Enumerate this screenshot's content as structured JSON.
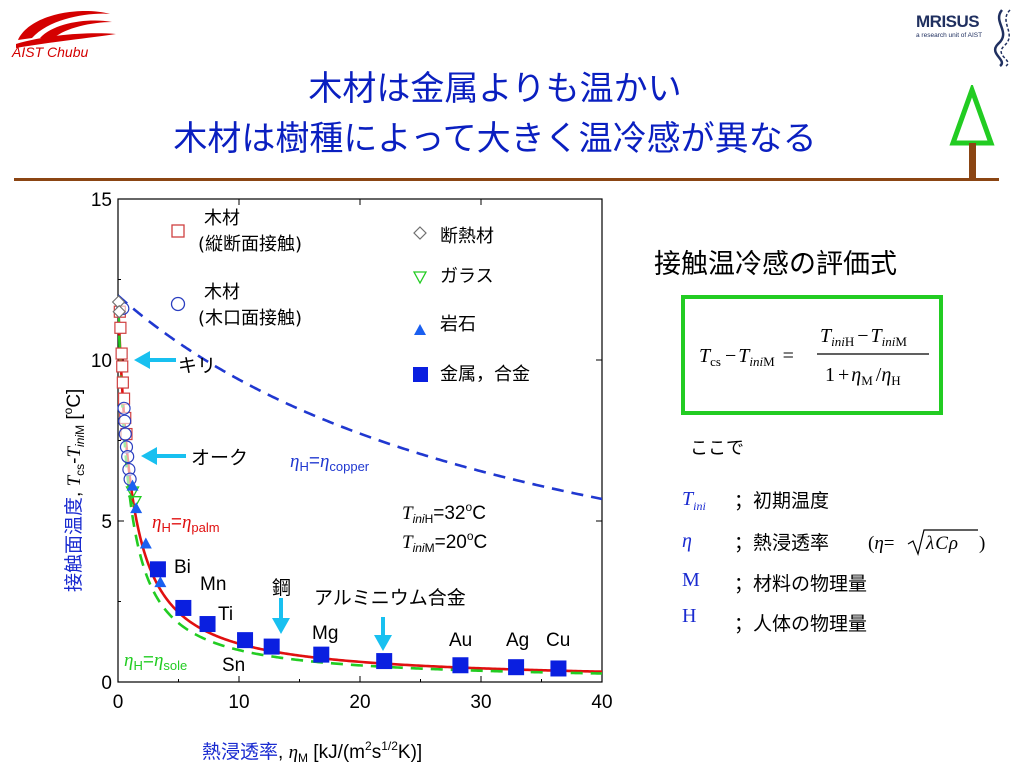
{
  "header": {
    "logo_left_text": "AIST Chubu",
    "logo_right_title": "MRISUS",
    "logo_right_sub": "a research unit of AIST",
    "title_line1": "木材は金属よりも温かい",
    "title_line2": "木材は樹種によって大きく温冷感が異なる"
  },
  "colors": {
    "title": "#0a1fc0",
    "rule": "#8b4513",
    "tree": "#22cc22",
    "wood_cross": "#d04040",
    "wood_end": "#2a3ec0",
    "insulator": "#707070",
    "glass": "#22cc22",
    "rock": "#1a5ff0",
    "metal": "#0a1fe0",
    "arrow": "#18c0f0",
    "curve_palm": "#e01010",
    "curve_copper": "#2038d0",
    "curve_sole": "#22cc22"
  },
  "chart_data": {
    "type": "scatter",
    "xlabel": "熱浸透率, ηM [kJ/(m2s1/2K)]",
    "xlabel_parts": {
      "jp": "熱浸透率",
      "sep": ", ",
      "eta": "η",
      "sub": "M",
      "unit_a": " [kJ/(m",
      "sup1": "2",
      "unit_b": "s",
      "sup2": "1/2",
      "unit_c": "K)]"
    },
    "ylabel": "接触面温度, Tcs-TiniM [oC]",
    "ylabel_parts": {
      "jp": "接触面温度",
      "sep": ", ",
      "t1": "T",
      "sub1": "cs",
      "dash": "-",
      "t2": "T",
      "sub2": "ini",
      "sub2b": "M",
      "unit": " [",
      "deg": "o",
      "unit2": "C]"
    },
    "xlim": [
      0,
      40
    ],
    "ylim": [
      0,
      15
    ],
    "xticks": [
      0,
      10,
      20,
      30,
      40
    ],
    "yticks": [
      0,
      5,
      10,
      15
    ],
    "series": [
      {
        "name": "木材 (縦断面接触)",
        "marker": "square-open",
        "color": "#d04040",
        "points": [
          [
            0.15,
            11.5
          ],
          [
            0.2,
            11.0
          ],
          [
            0.3,
            10.2
          ],
          [
            0.35,
            9.8
          ],
          [
            0.4,
            9.3
          ],
          [
            0.5,
            8.8
          ],
          [
            0.6,
            8.2
          ],
          [
            0.7,
            7.7
          ]
        ]
      },
      {
        "name": "木材 (木口面接触)",
        "marker": "circle-open",
        "color": "#2a3ec0",
        "points": [
          [
            0.4,
            11.6
          ],
          [
            0.5,
            8.5
          ],
          [
            0.55,
            8.1
          ],
          [
            0.6,
            7.7
          ],
          [
            0.7,
            7.3
          ],
          [
            0.8,
            7.0
          ],
          [
            0.9,
            6.6
          ],
          [
            1.0,
            6.3
          ]
        ]
      },
      {
        "name": "断熱材",
        "marker": "diamond-open",
        "color": "#707070",
        "points": [
          [
            0.05,
            11.8
          ],
          [
            0.1,
            11.5
          ]
        ]
      },
      {
        "name": "ガラス",
        "marker": "triangle-down-open",
        "color": "#22cc22",
        "points": [
          [
            1.2,
            5.9
          ],
          [
            1.4,
            5.6
          ]
        ]
      },
      {
        "name": "岩石",
        "marker": "triangle-up",
        "color": "#1a5ff0",
        "points": [
          [
            1.2,
            6.1
          ],
          [
            1.5,
            5.4
          ],
          [
            2.3,
            4.3
          ],
          [
            3.5,
            3.1
          ]
        ]
      },
      {
        "name": "金属, 合金",
        "marker": "square",
        "color": "#0a1fe0",
        "points": [
          [
            3.3,
            3.5
          ],
          [
            5.4,
            2.3
          ],
          [
            7.4,
            1.8
          ],
          [
            10.5,
            1.3
          ],
          [
            12.7,
            1.1
          ],
          [
            16.8,
            0.85
          ],
          [
            22,
            0.65
          ],
          [
            28.3,
            0.52
          ],
          [
            32.9,
            0.46
          ],
          [
            36.4,
            0.42
          ]
        ]
      }
    ],
    "curves": [
      {
        "label": "ηH=ηpalm",
        "eta_h": 1.1,
        "color": "#e01010",
        "style": "solid"
      },
      {
        "label": "ηH=ηcopper",
        "eta_h": 36,
        "color": "#2038d0",
        "style": "dashed"
      },
      {
        "label": "ηH=ηsole",
        "eta_h": 0.9,
        "color": "#22cc22",
        "style": "dashed"
      }
    ],
    "curve_parameters": {
      "T_iniH": 32,
      "T_iniM": 20
    },
    "legend": [
      {
        "line1": "木材",
        "line2": "(縦断面接触)",
        "series": 0
      },
      {
        "line1": "木材",
        "line2": "(木口面接触)",
        "series": 1
      },
      {
        "line1": "断熱材",
        "series": 2
      },
      {
        "line1": "ガラス",
        "series": 3
      },
      {
        "line1": "岩石",
        "series": 4
      },
      {
        "line1": "金属，合金",
        "series": 5
      }
    ],
    "curve_labels": {
      "palm": {
        "eta": "η",
        "sub_h": "H",
        "eq": "=",
        "eta2": "η",
        "sub": "palm"
      },
      "copper": {
        "eta": "η",
        "sub_h": "H",
        "eq": "=",
        "eta2": "η",
        "sub": "copper"
      },
      "sole": {
        "eta": "η",
        "sub_h": "H",
        "eq": "=",
        "eta2": "η",
        "sub": "sole"
      }
    },
    "conditions": [
      {
        "t": "T",
        "sub": "ini",
        "sub2": "H",
        "val": "=32",
        "sup": "o",
        "unit": "C"
      },
      {
        "t": "T",
        "sub": "ini",
        "sub2": "M",
        "val": "=20",
        "sup": "o",
        "unit": "C"
      }
    ],
    "annotations": {
      "kiri": "キリ",
      "oak": "オーク",
      "steel": "鋼",
      "aluminum": "アルミニウム合金",
      "bi": "Bi",
      "mn": "Mn",
      "ti": "Ti",
      "sn": "Sn",
      "mg": "Mg",
      "au": "Au",
      "ag": "Ag",
      "cu": "Cu"
    }
  },
  "right_panel": {
    "eval_title": "接触温冷感の評価式",
    "formula": {
      "lhs_t1": "T",
      "lhs_sub1": "cs",
      "minus": "−",
      "lhs_t2": "T",
      "lhs_sub2": "ini",
      "lhs_sub2b": "M",
      "eq": "=",
      "num_t1": "T",
      "num_sub1": "ini",
      "num_sub1b": "H",
      "num_minus": "−",
      "num_t2": "T",
      "num_sub2": "ini",
      "num_sub2b": "M",
      "den_one": "1",
      "den_plus": "+",
      "den_eta1": "η",
      "den_sub1": "M",
      "den_slash": "/",
      "den_eta2": "η",
      "den_sub2": "H"
    },
    "kokode": "ここで",
    "legend_items": [
      {
        "sym": "T",
        "sub": "ini",
        "text": "；初期温度"
      },
      {
        "sym": "η",
        "sub": "",
        "text": "；熱浸透率"
      },
      {
        "sym": "M",
        "sub": "",
        "text": "；材料の物理量"
      },
      {
        "sym": "H",
        "sub": "",
        "text": "；人体の物理量"
      }
    ],
    "eta_def": {
      "open": "(",
      "eta": "η",
      "eq": "=",
      "lam": "λ",
      "c": "C",
      "rho": "ρ",
      "close": ")"
    }
  }
}
